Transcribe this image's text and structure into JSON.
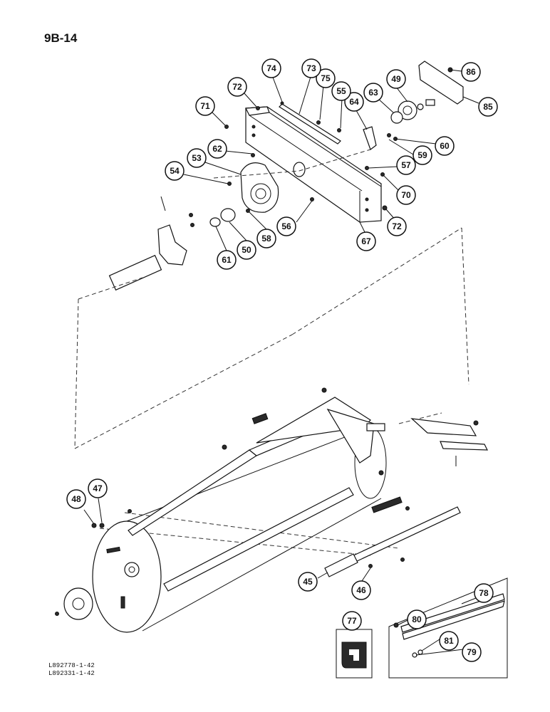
{
  "page_ref": "9B-14",
  "drawing_codes": [
    "L892778-1-42",
    "L892331-1-42"
  ],
  "callouts": {
    "c86": "86",
    "c85": "85",
    "c49": "49",
    "c63": "63",
    "c60": "60",
    "c59": "59",
    "c64": "64",
    "c55": "55",
    "c75": "75",
    "c73": "73",
    "c74": "74",
    "c72a": "72",
    "c71": "71",
    "c62": "62",
    "c53": "53",
    "c54": "54",
    "c57": "57",
    "c70": "70",
    "c56": "56",
    "c72b": "72",
    "c67": "67",
    "c58": "58",
    "c50": "50",
    "c61": "61",
    "c48": "48",
    "c47": "47",
    "c45": "45",
    "c46": "46",
    "c77": "77",
    "c78": "78",
    "c80": "80",
    "c81": "81",
    "c79": "79"
  }
}
